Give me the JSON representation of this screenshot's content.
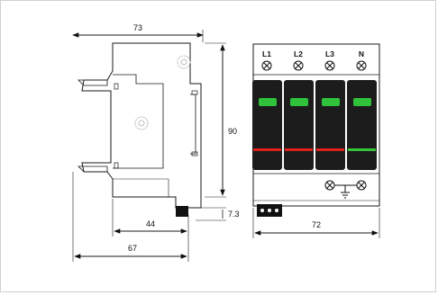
{
  "dimensions": {
    "width_top": "73",
    "height_right": "90",
    "depth_rail": "44",
    "depth_bottom": "67",
    "foot": "7.3",
    "front_width": "72"
  },
  "terminals": [
    "L1",
    "L2",
    "L3",
    "N"
  ],
  "colors": {
    "line": "#1a1a1a",
    "module_body": "#1c1c1c",
    "indicator": "#2fc23a",
    "status_red": "#e0201a",
    "status_green": "#36c43a",
    "terminal_block": "#111111"
  }
}
